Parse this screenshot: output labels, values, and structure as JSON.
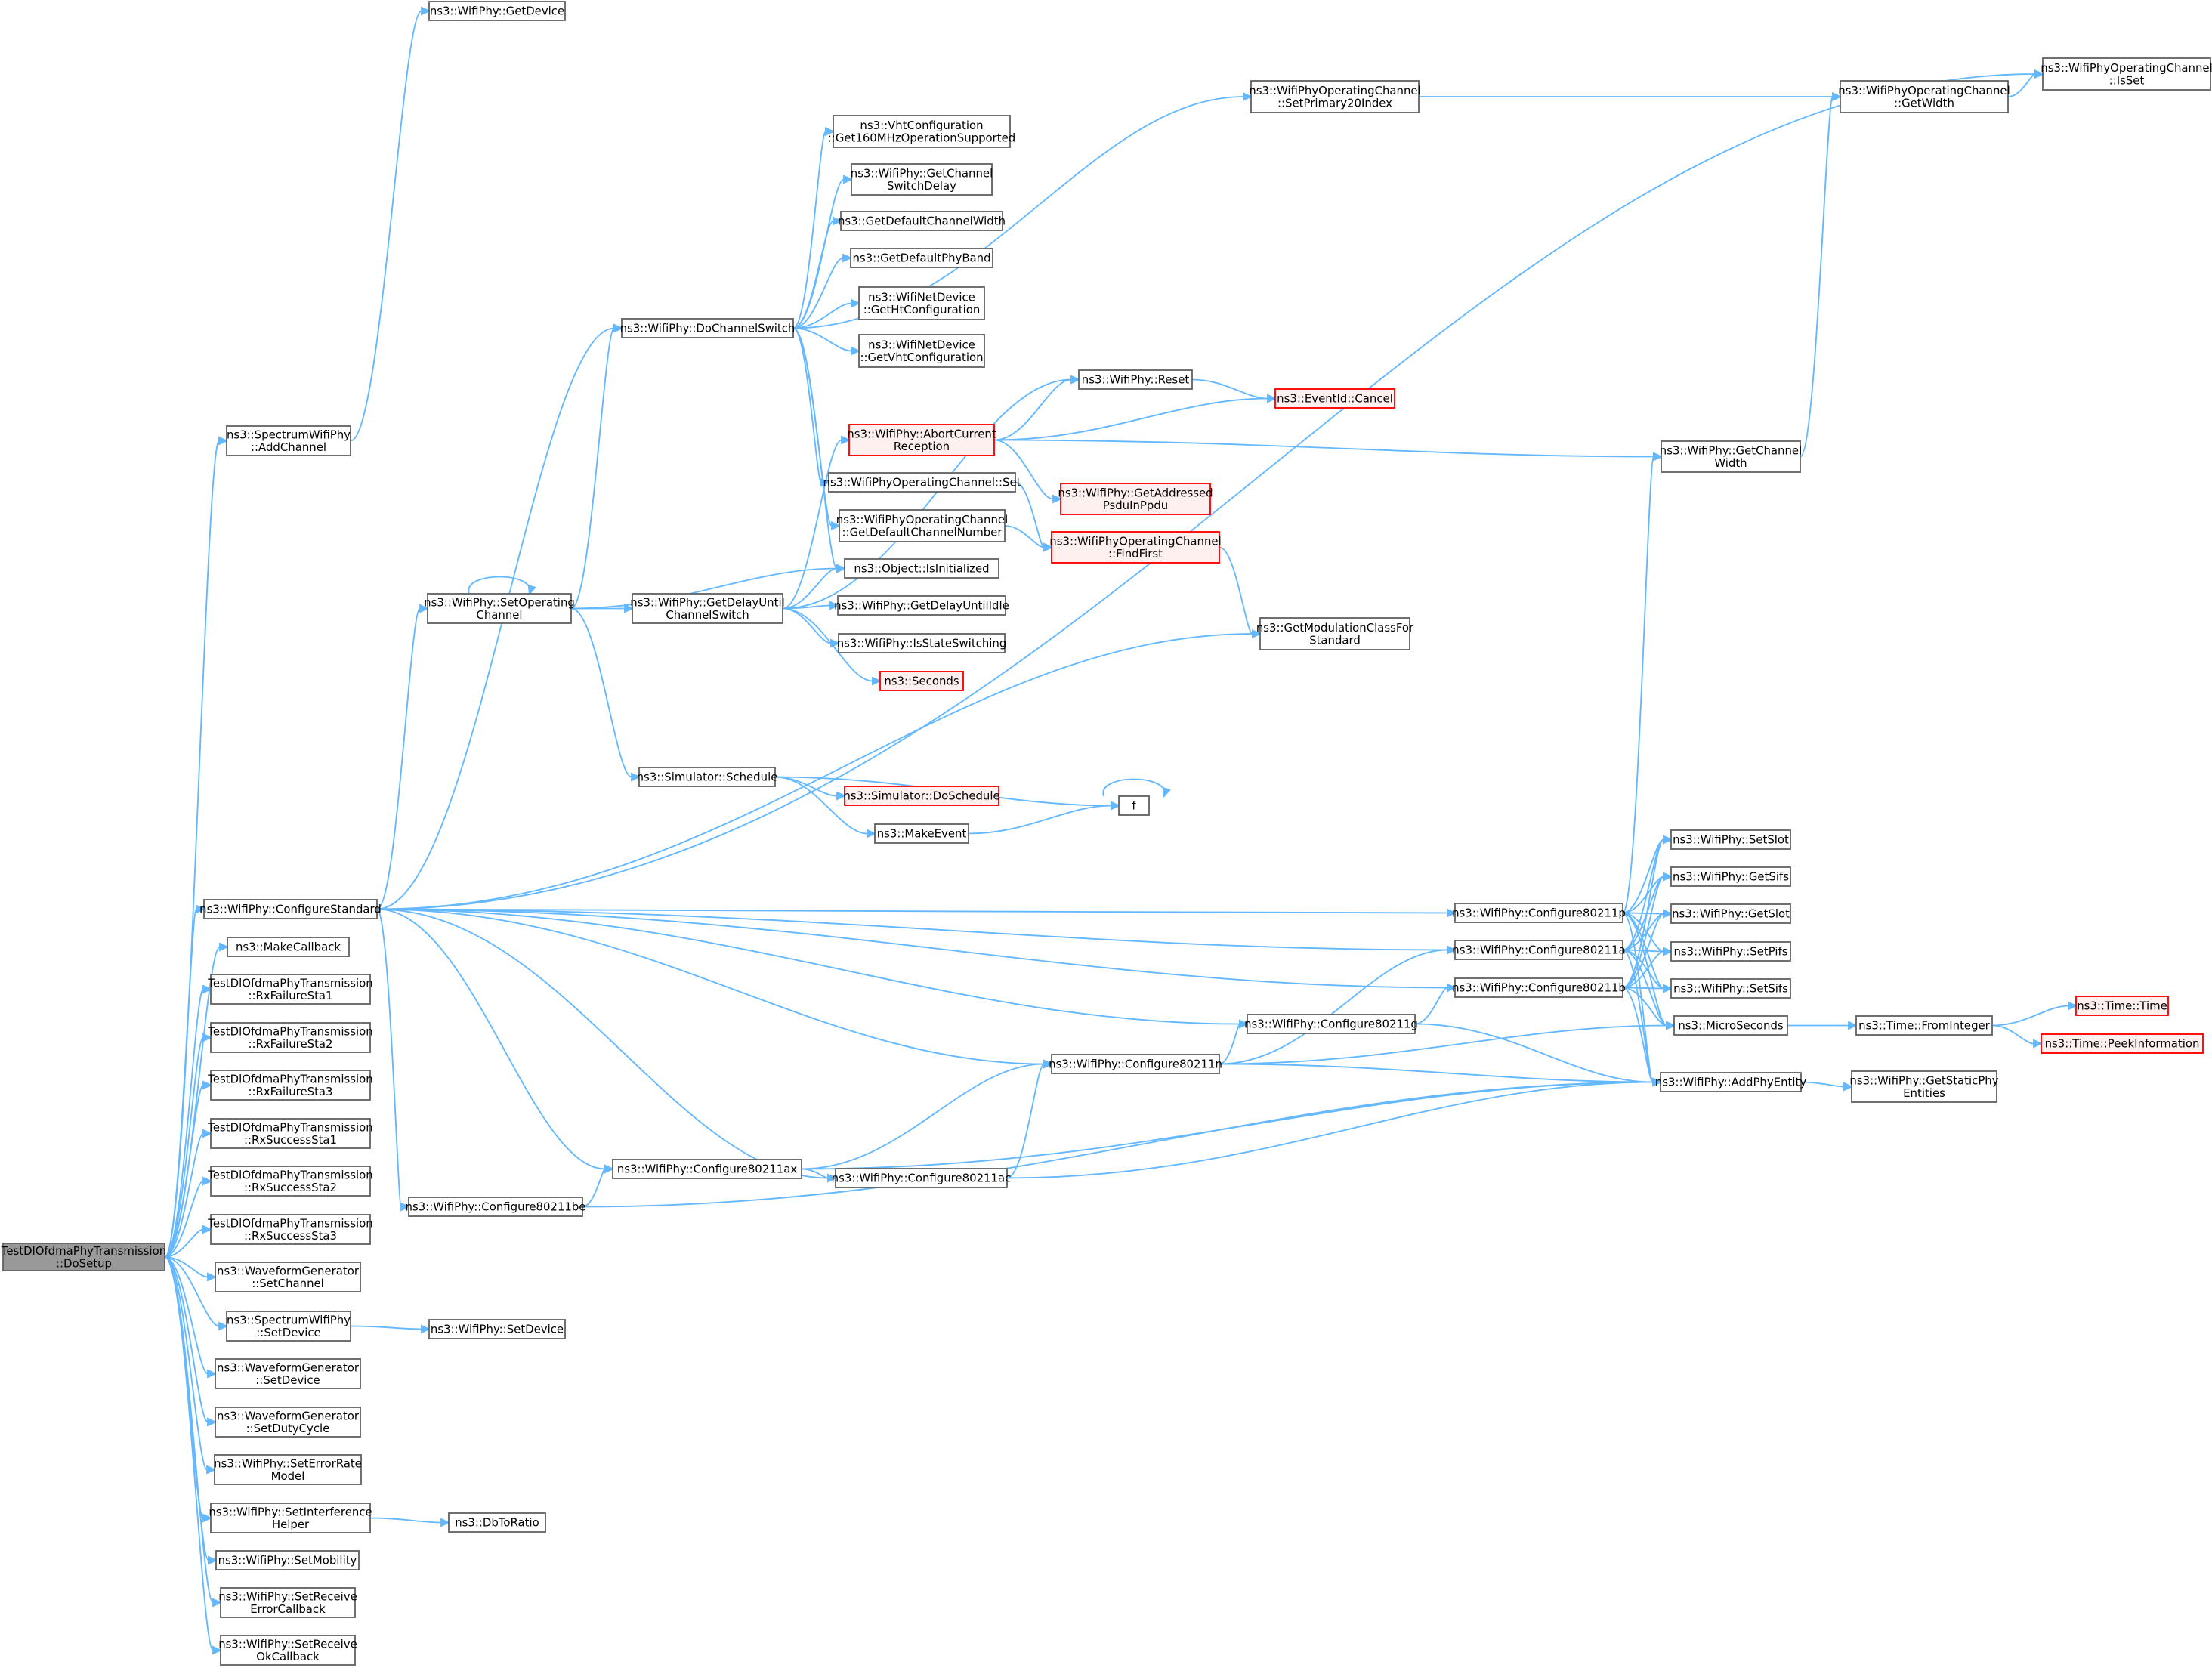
{
  "title": "",
  "colors": {
    "edge": "#63b8ff",
    "node_border": "#666666",
    "node_fill": "#ffffff",
    "root_fill": "#999999",
    "highlight_border": "#ff0000",
    "highlight_fill": "#fff0f0"
  },
  "nodes": [
    {
      "id": "root",
      "lines": [
        "TestDlOfdmaPhyTransmission",
        "::DoSetup"
      ],
      "style": "root"
    },
    {
      "id": "addChannel",
      "lines": [
        "ns3::SpectrumWifiPhy",
        "::AddChannel"
      ]
    },
    {
      "id": "getDevice",
      "lines": [
        "ns3::WifiPhy::GetDevice"
      ]
    },
    {
      "id": "configureStandard",
      "lines": [
        "ns3::WifiPhy::ConfigureStandard"
      ]
    },
    {
      "id": "makeCallback",
      "lines": [
        "ns3::MakeCallback"
      ]
    },
    {
      "id": "rxFailSta1",
      "lines": [
        "TestDlOfdmaPhyTransmission",
        "::RxFailureSta1"
      ]
    },
    {
      "id": "rxFailSta2",
      "lines": [
        "TestDlOfdmaPhyTransmission",
        "::RxFailureSta2"
      ]
    },
    {
      "id": "rxFailSta3",
      "lines": [
        "TestDlOfdmaPhyTransmission",
        "::RxFailureSta3"
      ]
    },
    {
      "id": "rxSuccSta1",
      "lines": [
        "TestDlOfdmaPhyTransmission",
        "::RxSuccessSta1"
      ]
    },
    {
      "id": "rxSuccSta2",
      "lines": [
        "TestDlOfdmaPhyTransmission",
        "::RxSuccessSta2"
      ]
    },
    {
      "id": "rxSuccSta3",
      "lines": [
        "TestDlOfdmaPhyTransmission",
        "::RxSuccessSta3"
      ]
    },
    {
      "id": "wgSetChannel",
      "lines": [
        "ns3::WaveformGenerator",
        "::SetChannel"
      ]
    },
    {
      "id": "swpSetDevice",
      "lines": [
        "ns3::SpectrumWifiPhy",
        "::SetDevice"
      ]
    },
    {
      "id": "wpSetDevice",
      "lines": [
        "ns3::WifiPhy::SetDevice"
      ]
    },
    {
      "id": "wgSetDevice",
      "lines": [
        "ns3::WaveformGenerator",
        "::SetDevice"
      ]
    },
    {
      "id": "wgSetDutyCycle",
      "lines": [
        "ns3::WaveformGenerator",
        "::SetDutyCycle"
      ]
    },
    {
      "id": "setErrorRateModel",
      "lines": [
        "ns3::WifiPhy::SetErrorRate",
        "Model"
      ]
    },
    {
      "id": "setInterferenceHelper",
      "lines": [
        "ns3::WifiPhy::SetInterference",
        "Helper"
      ]
    },
    {
      "id": "dbToRatio",
      "lines": [
        "ns3::DbToRatio"
      ]
    },
    {
      "id": "setMobility",
      "lines": [
        "ns3::WifiPhy::SetMobility"
      ]
    },
    {
      "id": "setRxErrCb",
      "lines": [
        "ns3::WifiPhy::SetReceive",
        "ErrorCallback"
      ]
    },
    {
      "id": "setRxOkCb",
      "lines": [
        "ns3::WifiPhy::SetReceive",
        "OkCallback"
      ]
    },
    {
      "id": "setOperatingChannel",
      "lines": [
        "ns3::WifiPhy::SetOperating",
        "Channel"
      ]
    },
    {
      "id": "configure80211be",
      "lines": [
        "ns3::WifiPhy::Configure80211be"
      ]
    },
    {
      "id": "doChannelSwitch",
      "lines": [
        "ns3::WifiPhy::DoChannelSwitch"
      ]
    },
    {
      "id": "getDelayUntilCS",
      "lines": [
        "ns3::WifiPhy::GetDelayUntil",
        "ChannelSwitch"
      ]
    },
    {
      "id": "simSchedule",
      "lines": [
        "ns3::Simulator::Schedule"
      ]
    },
    {
      "id": "configure80211ax",
      "lines": [
        "ns3::WifiPhy::Configure80211ax"
      ]
    },
    {
      "id": "configure80211ac",
      "lines": [
        "ns3::WifiPhy::Configure80211ac"
      ]
    },
    {
      "id": "vhtGet160",
      "lines": [
        "ns3::VhtConfiguration",
        "::Get160MHzOperationSupported"
      ]
    },
    {
      "id": "getChannelSwitchDelay",
      "lines": [
        "ns3::WifiPhy::GetChannel",
        "SwitchDelay"
      ]
    },
    {
      "id": "getDefaultChannelWidth",
      "lines": [
        "ns3::GetDefaultChannelWidth"
      ]
    },
    {
      "id": "getDefaultPhyBand",
      "lines": [
        "ns3::GetDefaultPhyBand"
      ]
    },
    {
      "id": "getHtConfiguration",
      "lines": [
        "ns3::WifiNetDevice",
        "::GetHtConfiguration"
      ]
    },
    {
      "id": "getVhtConfiguration",
      "lines": [
        "ns3::WifiNetDevice",
        "::GetVhtConfiguration"
      ]
    },
    {
      "id": "abortCurrentReception",
      "lines": [
        "ns3::WifiPhy::AbortCurrent",
        "Reception"
      ],
      "style": "red"
    },
    {
      "id": "wpocSet",
      "lines": [
        "ns3::WifiPhyOperatingChannel::Set"
      ]
    },
    {
      "id": "wpocGetDefaultChannelNumber",
      "lines": [
        "ns3::WifiPhyOperatingChannel",
        "::GetDefaultChannelNumber"
      ]
    },
    {
      "id": "objectIsInitialized",
      "lines": [
        "ns3::Object::IsInitialized"
      ]
    },
    {
      "id": "getDelayUntilIdle",
      "lines": [
        "ns3::WifiPhy::GetDelayUntilIdle"
      ]
    },
    {
      "id": "isStateSwitching",
      "lines": [
        "ns3::WifiPhy::IsStateSwitching"
      ]
    },
    {
      "id": "seconds",
      "lines": [
        "ns3::Seconds"
      ],
      "style": "red"
    },
    {
      "id": "simDoSchedule",
      "lines": [
        "ns3::Simulator::DoSchedule"
      ],
      "style": "red"
    },
    {
      "id": "makeEvent",
      "lines": [
        "ns3::MakeEvent"
      ]
    },
    {
      "id": "configure80211n",
      "lines": [
        "ns3::WifiPhy::Configure80211n"
      ]
    },
    {
      "id": "wifiPhyReset",
      "lines": [
        "ns3::WifiPhy::Reset"
      ]
    },
    {
      "id": "getAddressedPsdu",
      "lines": [
        "ns3::WifiPhy::GetAddressed",
        "PsduInPpdu"
      ],
      "style": "red"
    },
    {
      "id": "wpocFindFirst",
      "lines": [
        "ns3::WifiPhyOperatingChannel",
        "::FindFirst"
      ],
      "style": "red"
    },
    {
      "id": "f",
      "lines": [
        "f"
      ]
    },
    {
      "id": "wpocSetPrimary20",
      "lines": [
        "ns3::WifiPhyOperatingChannel",
        "::SetPrimary20Index"
      ]
    },
    {
      "id": "eventIdCancel",
      "lines": [
        "ns3::EventId::Cancel"
      ],
      "style": "red"
    },
    {
      "id": "getModulationClass",
      "lines": [
        "ns3::GetModulationClassFor",
        "Standard"
      ]
    },
    {
      "id": "configure80211g",
      "lines": [
        "ns3::WifiPhy::Configure80211g"
      ]
    },
    {
      "id": "configure80211p",
      "lines": [
        "ns3::WifiPhy::Configure80211p"
      ]
    },
    {
      "id": "configure80211a",
      "lines": [
        "ns3::WifiPhy::Configure80211a"
      ]
    },
    {
      "id": "configure80211b",
      "lines": [
        "ns3::WifiPhy::Configure80211b"
      ]
    },
    {
      "id": "getChannelWidth",
      "lines": [
        "ns3::WifiPhy::GetChannel",
        "Width"
      ]
    },
    {
      "id": "setSlot",
      "lines": [
        "ns3::WifiPhy::SetSlot"
      ]
    },
    {
      "id": "getSifs",
      "lines": [
        "ns3::WifiPhy::GetSifs"
      ]
    },
    {
      "id": "getSlot",
      "lines": [
        "ns3::WifiPhy::GetSlot"
      ]
    },
    {
      "id": "setPifs",
      "lines": [
        "ns3::WifiPhy::SetPifs"
      ]
    },
    {
      "id": "setSifs",
      "lines": [
        "ns3::WifiPhy::SetSifs"
      ]
    },
    {
      "id": "microSeconds",
      "lines": [
        "ns3::MicroSeconds"
      ]
    },
    {
      "id": "addPhyEntity",
      "lines": [
        "ns3::WifiPhy::AddPhyEntity"
      ]
    },
    {
      "id": "wpocGetWidth",
      "lines": [
        "ns3::WifiPhyOperatingChannel",
        "::GetWidth"
      ]
    },
    {
      "id": "timeFromInteger",
      "lines": [
        "ns3::Time::FromInteger"
      ]
    },
    {
      "id": "getStaticPhyEntities",
      "lines": [
        "ns3::WifiPhy::GetStaticPhy",
        "Entities"
      ]
    },
    {
      "id": "wpocIsSet",
      "lines": [
        "ns3::WifiPhyOperatingChannel",
        "::IsSet"
      ]
    },
    {
      "id": "timeTime",
      "lines": [
        "ns3::Time::Time"
      ],
      "style": "red"
    },
    {
      "id": "timePeekInformation",
      "lines": [
        "ns3::Time::PeekInformation"
      ],
      "style": "red"
    }
  ],
  "edges": [
    [
      "root",
      "addChannel"
    ],
    [
      "root",
      "configureStandard"
    ],
    [
      "root",
      "makeCallback"
    ],
    [
      "root",
      "rxFailSta1"
    ],
    [
      "root",
      "rxFailSta2"
    ],
    [
      "root",
      "rxFailSta3"
    ],
    [
      "root",
      "rxSuccSta1"
    ],
    [
      "root",
      "rxSuccSta2"
    ],
    [
      "root",
      "rxSuccSta3"
    ],
    [
      "root",
      "wgSetChannel"
    ],
    [
      "root",
      "swpSetDevice"
    ],
    [
      "root",
      "wgSetDevice"
    ],
    [
      "root",
      "wgSetDutyCycle"
    ],
    [
      "root",
      "setErrorRateModel"
    ],
    [
      "root",
      "setInterferenceHelper"
    ],
    [
      "root",
      "setMobility"
    ],
    [
      "root",
      "setRxErrCb"
    ],
    [
      "root",
      "setRxOkCb"
    ],
    [
      "addChannel",
      "getDevice"
    ],
    [
      "swpSetDevice",
      "wpSetDevice"
    ],
    [
      "setInterferenceHelper",
      "dbToRatio"
    ],
    [
      "configureStandard",
      "wpocIsSet"
    ],
    [
      "configureStandard",
      "doChannelSwitch"
    ],
    [
      "configureStandard",
      "setOperatingChannel"
    ],
    [
      "configureStandard",
      "getModulationClass"
    ],
    [
      "configureStandard",
      "configure80211p"
    ],
    [
      "configureStandard",
      "configure80211a"
    ],
    [
      "configureStandard",
      "configure80211b"
    ],
    [
      "configureStandard",
      "configure80211g"
    ],
    [
      "configureStandard",
      "configure80211n"
    ],
    [
      "configureStandard",
      "configure80211ax"
    ],
    [
      "configureStandard",
      "configure80211ac"
    ],
    [
      "configureStandard",
      "configure80211be"
    ],
    [
      "setOperatingChannel",
      "setOperatingChannel"
    ],
    [
      "setOperatingChannel",
      "doChannelSwitch"
    ],
    [
      "setOperatingChannel",
      "objectIsInitialized"
    ],
    [
      "setOperatingChannel",
      "getDelayUntilCS"
    ],
    [
      "setOperatingChannel",
      "simSchedule"
    ],
    [
      "doChannelSwitch",
      "wpocSetPrimary20"
    ],
    [
      "doChannelSwitch",
      "vhtGet160"
    ],
    [
      "doChannelSwitch",
      "getChannelSwitchDelay"
    ],
    [
      "doChannelSwitch",
      "getDefaultChannelWidth"
    ],
    [
      "doChannelSwitch",
      "getDefaultPhyBand"
    ],
    [
      "doChannelSwitch",
      "getHtConfiguration"
    ],
    [
      "doChannelSwitch",
      "getVhtConfiguration"
    ],
    [
      "doChannelSwitch",
      "wpocSet"
    ],
    [
      "doChannelSwitch",
      "wpocGetDefaultChannelNumber"
    ],
    [
      "doChannelSwitch",
      "objectIsInitialized"
    ],
    [
      "getDelayUntilCS",
      "wifiPhyReset"
    ],
    [
      "getDelayUntilCS",
      "abortCurrentReception"
    ],
    [
      "getDelayUntilCS",
      "objectIsInitialized"
    ],
    [
      "getDelayUntilCS",
      "getDelayUntilIdle"
    ],
    [
      "getDelayUntilCS",
      "isStateSwitching"
    ],
    [
      "getDelayUntilCS",
      "seconds"
    ],
    [
      "abortCurrentReception",
      "wifiPhyReset"
    ],
    [
      "abortCurrentReception",
      "eventIdCancel"
    ],
    [
      "abortCurrentReception",
      "getChannelWidth"
    ],
    [
      "abortCurrentReception",
      "getAddressedPsdu"
    ],
    [
      "wifiPhyReset",
      "eventIdCancel"
    ],
    [
      "wpocSet",
      "wpocFindFirst"
    ],
    [
      "wpocGetDefaultChannelNumber",
      "wpocFindFirst"
    ],
    [
      "wpocFindFirst",
      "getModulationClass"
    ],
    [
      "simSchedule",
      "simDoSchedule"
    ],
    [
      "simSchedule",
      "makeEvent"
    ],
    [
      "simSchedule",
      "f"
    ],
    [
      "makeEvent",
      "f"
    ],
    [
      "f",
      "f"
    ],
    [
      "wpocSetPrimary20",
      "wpocGetWidth"
    ],
    [
      "wpocGetWidth",
      "wpocIsSet"
    ],
    [
      "getChannelWidth",
      "wpocGetWidth"
    ],
    [
      "configure80211p",
      "getChannelWidth"
    ],
    [
      "configure80211p",
      "setSlot"
    ],
    [
      "configure80211p",
      "getSifs"
    ],
    [
      "configure80211p",
      "getSlot"
    ],
    [
      "configure80211p",
      "setPifs"
    ],
    [
      "configure80211p",
      "setSifs"
    ],
    [
      "configure80211p",
      "microSeconds"
    ],
    [
      "configure80211p",
      "addPhyEntity"
    ],
    [
      "configure80211a",
      "setSlot"
    ],
    [
      "configure80211a",
      "getSifs"
    ],
    [
      "configure80211a",
      "getSlot"
    ],
    [
      "configure80211a",
      "setPifs"
    ],
    [
      "configure80211a",
      "setSifs"
    ],
    [
      "configure80211a",
      "microSeconds"
    ],
    [
      "configure80211a",
      "addPhyEntity"
    ],
    [
      "configure80211b",
      "setSlot"
    ],
    [
      "configure80211b",
      "getSifs"
    ],
    [
      "configure80211b",
      "getSlot"
    ],
    [
      "configure80211b",
      "setPifs"
    ],
    [
      "configure80211b",
      "setSifs"
    ],
    [
      "configure80211b",
      "microSeconds"
    ],
    [
      "configure80211b",
      "addPhyEntity"
    ],
    [
      "configure80211g",
      "configure80211b"
    ],
    [
      "configure80211g",
      "addPhyEntity"
    ],
    [
      "configure80211n",
      "configure80211a"
    ],
    [
      "configure80211n",
      "configure80211g"
    ],
    [
      "configure80211n",
      "microSeconds"
    ],
    [
      "configure80211n",
      "addPhyEntity"
    ],
    [
      "configure80211ax",
      "configure80211n"
    ],
    [
      "configure80211ax",
      "configure80211ac"
    ],
    [
      "configure80211ax",
      "addPhyEntity"
    ],
    [
      "configure80211ac",
      "configure80211n"
    ],
    [
      "configure80211ac",
      "addPhyEntity"
    ],
    [
      "configure80211be",
      "configure80211ax"
    ],
    [
      "configure80211be",
      "addPhyEntity"
    ],
    [
      "microSeconds",
      "timeFromInteger"
    ],
    [
      "timeFromInteger",
      "timeTime"
    ],
    [
      "timeFromInteger",
      "timePeekInformation"
    ],
    [
      "addPhyEntity",
      "getStaticPhyEntities"
    ]
  ]
}
